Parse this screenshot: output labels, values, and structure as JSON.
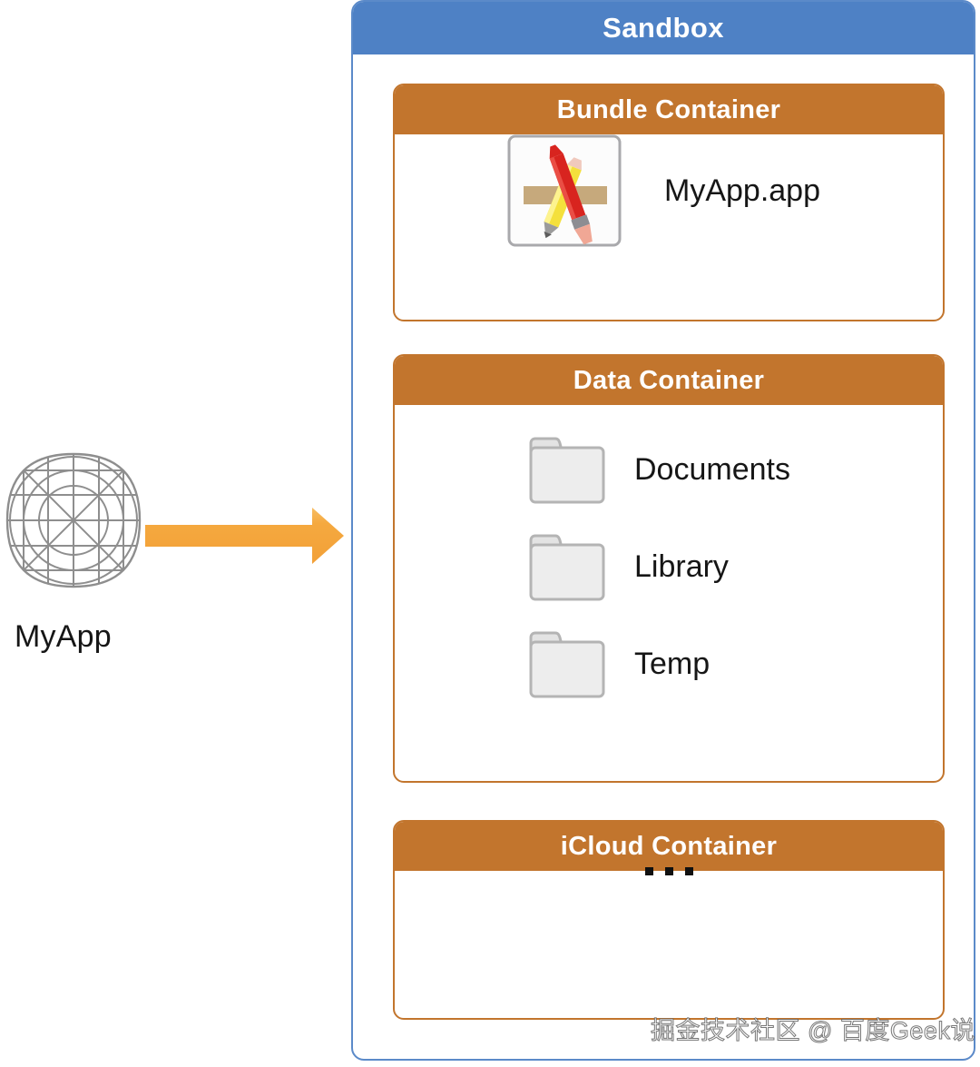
{
  "app": {
    "icon_name": "ios-app-icon-grid-template",
    "label": "MyApp"
  },
  "arrow": {
    "name": "flow-arrow-right",
    "color": "#f5a93f"
  },
  "sandbox": {
    "title": "Sandbox",
    "header_color": "#4e81c5",
    "border_color": "#5b8ac9",
    "containers": [
      {
        "id": "bundle",
        "title": "Bundle Container",
        "header_color": "#c2752d",
        "items": [
          {
            "icon": "xcode-app-icon",
            "label": "MyApp.app"
          }
        ]
      },
      {
        "id": "data",
        "title": "Data Container",
        "header_color": "#c2752d",
        "items": [
          {
            "icon": "folder-icon",
            "label": "Documents"
          },
          {
            "icon": "folder-icon",
            "label": "Library"
          },
          {
            "icon": "folder-icon",
            "label": "Temp"
          }
        ]
      },
      {
        "id": "icloud",
        "title": "iCloud Container",
        "header_color": "#c2752d",
        "items": [],
        "placeholder": "..."
      }
    ]
  },
  "watermark": {
    "text": "掘金技术社区 @ 百度Geek说"
  }
}
